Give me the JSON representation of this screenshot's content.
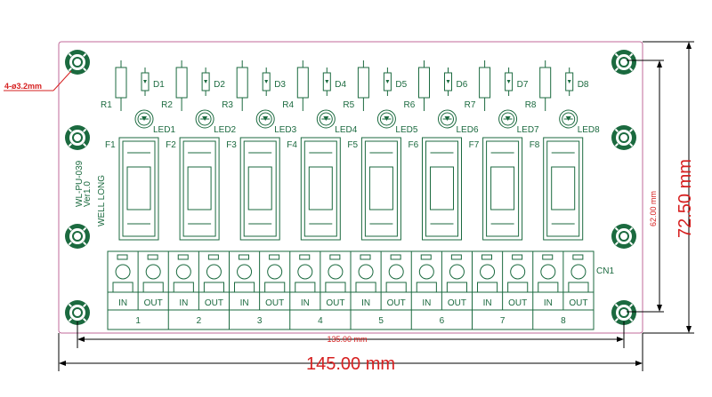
{
  "board": {
    "model": "WL-PU-039",
    "version": "Ver1.0",
    "brand": "WELL LONG",
    "connector": "CN1",
    "hole_note": "4-ø3.2mm",
    "channels": [
      "1",
      "2",
      "3",
      "4",
      "5",
      "6",
      "7",
      "8"
    ],
    "resistors": [
      "R1",
      "R2",
      "R3",
      "R4",
      "R5",
      "R6",
      "R7",
      "R8"
    ],
    "diodes": [
      "D1",
      "D2",
      "D3",
      "D4",
      "D5",
      "D6",
      "D7",
      "D8"
    ],
    "leds": [
      "LED1",
      "LED2",
      "LED3",
      "LED4",
      "LED5",
      "LED6",
      "LED7",
      "LED8"
    ],
    "fuses": [
      "F1",
      "F2",
      "F3",
      "F4",
      "F5",
      "F6",
      "F7",
      "F8"
    ],
    "in_label": "IN",
    "out_label": "OUT"
  },
  "dimensions": {
    "hole_span_width": "135.00 mm",
    "total_width": "145.00 mm",
    "hole_span_height": "62.00 mm",
    "total_height": "72.50 mm"
  },
  "colors": {
    "board": "#ffffff",
    "silkscreen": "#1b6a3f",
    "mounting_ring": "#1b6a3f",
    "dimension_text_red": "#d62020"
  }
}
